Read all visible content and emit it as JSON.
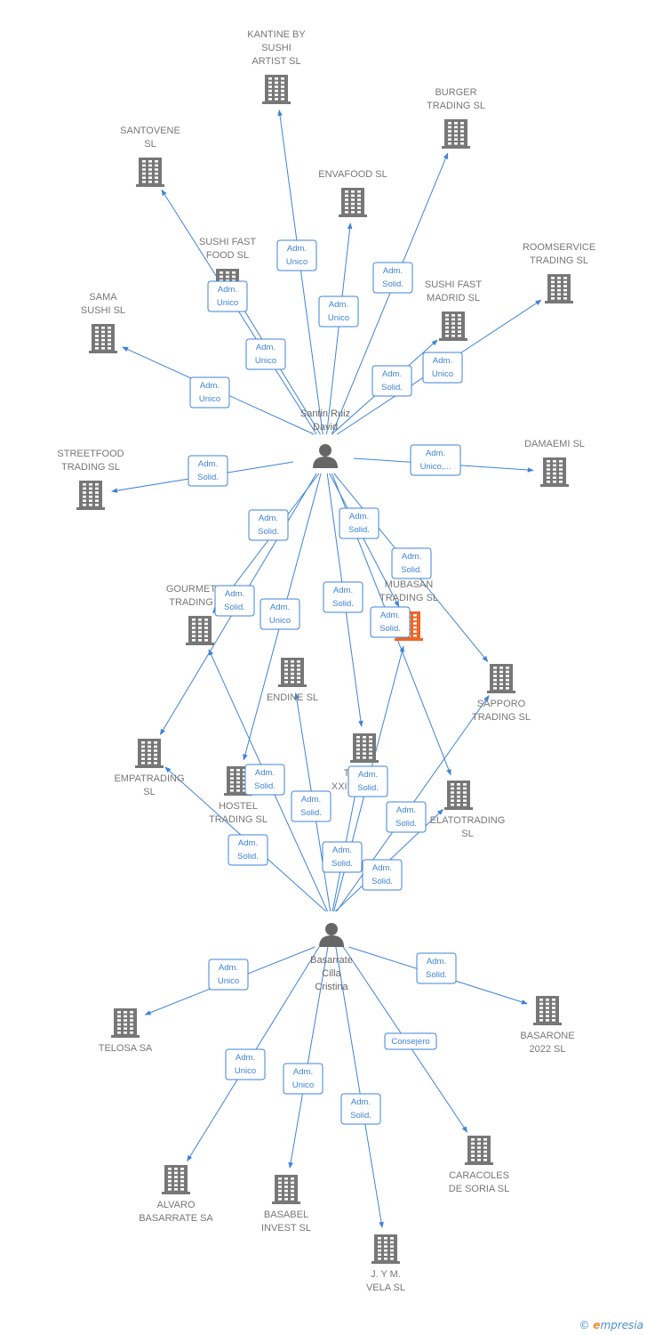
{
  "persons": [
    {
      "id": "santin",
      "lines": [
        "Santin Ruiz",
        "David"
      ]
    },
    {
      "id": "basarrate",
      "lines": [
        "Basarrate",
        "Cilla",
        "Cristina"
      ]
    }
  ],
  "companies": [
    {
      "id": "kantine",
      "lines": [
        "KANTINE BY",
        "SUSHI",
        "ARTIST  SL"
      ]
    },
    {
      "id": "burger",
      "lines": [
        "BURGER",
        "TRADING  SL"
      ]
    },
    {
      "id": "santovene",
      "lines": [
        "SANTOVENE",
        "SL"
      ]
    },
    {
      "id": "envafood",
      "lines": [
        "ENVAFOOD  SL"
      ]
    },
    {
      "id": "sushifastfood",
      "lines": [
        "SUSHI FAST",
        "FOOD  SL"
      ]
    },
    {
      "id": "roomservice",
      "lines": [
        "ROOMSERVICE",
        "TRADING  SL"
      ]
    },
    {
      "id": "sushifastmadrid",
      "lines": [
        "SUSHI FAST",
        "MADRID  SL"
      ]
    },
    {
      "id": "sama",
      "lines": [
        "SAMA",
        "SUSHI  SL"
      ]
    },
    {
      "id": "streetfood",
      "lines": [
        "STREETFOOD",
        "TRADING  SL"
      ]
    },
    {
      "id": "damaemi",
      "lines": [
        "DAMAEMI  SL"
      ]
    },
    {
      "id": "gourmet",
      "lines": [
        "GOURMET",
        "TRADING"
      ]
    },
    {
      "id": "mubasan",
      "lines": [
        "MUBASAN",
        "TRADING  SL"
      ],
      "highlight": true
    },
    {
      "id": "endine",
      "lines": [
        "ENDINE SL"
      ]
    },
    {
      "id": "sapporo",
      "lines": [
        "SAPPORO",
        "TRADING  SL"
      ]
    },
    {
      "id": "empatrading",
      "lines": [
        "EMPATRADING",
        "SL"
      ]
    },
    {
      "id": "hostel",
      "lines": [
        "HOSTEL",
        "TRADING  SL"
      ]
    },
    {
      "id": "txxi",
      "lines": [
        "T",
        "XXI  SL"
      ]
    },
    {
      "id": "elatotrading",
      "lines": [
        "ELATOTRADING",
        "SL"
      ]
    },
    {
      "id": "telosa",
      "lines": [
        "TELOSA SA"
      ]
    },
    {
      "id": "basarone",
      "lines": [
        "BASARONE",
        "2022  SL"
      ]
    },
    {
      "id": "alvaro",
      "lines": [
        "ALVARO",
        "BASARRATE SA"
      ]
    },
    {
      "id": "basabel",
      "lines": [
        "BASABEL",
        "INVEST  SL"
      ]
    },
    {
      "id": "jymvela",
      "lines": [
        "J.  Y M.",
        "VELA  SL"
      ]
    },
    {
      "id": "caracoles",
      "lines": [
        "CARACOLES",
        "DE SORIA SL"
      ]
    }
  ],
  "edges": [
    {
      "from": "santin",
      "to": "kantine",
      "label": [
        "Adm.",
        "Unico"
      ]
    },
    {
      "from": "santin",
      "to": "burger",
      "label": [
        "Adm.",
        "Solid."
      ]
    },
    {
      "from": "santin",
      "to": "santovene",
      "label": [
        "Adm.",
        "Unico"
      ]
    },
    {
      "from": "santin",
      "to": "envafood",
      "label": [
        "Adm.",
        "Unico"
      ]
    },
    {
      "from": "santin",
      "to": "sushifastfood",
      "label": [
        "Adm.",
        "Unico"
      ]
    },
    {
      "from": "santin",
      "to": "roomservice",
      "label": [
        "Adm.",
        "Unico"
      ]
    },
    {
      "from": "santin",
      "to": "sushifastmadrid",
      "label": [
        "Adm.",
        "Solid."
      ]
    },
    {
      "from": "santin",
      "to": "sama",
      "label": [
        "Adm.",
        "Unico"
      ]
    },
    {
      "from": "santin",
      "to": "streetfood",
      "label": [
        "Adm.",
        "Solid."
      ]
    },
    {
      "from": "santin",
      "to": "damaemi",
      "label": [
        "Adm.",
        "Unico,..."
      ]
    },
    {
      "from": "santin",
      "to": "gourmet",
      "label": [
        "Adm.",
        "Solid."
      ]
    },
    {
      "from": "santin",
      "to": "empatrading",
      "label": [
        "Adm.",
        "Solid."
      ]
    },
    {
      "from": "santin",
      "to": "hostel",
      "label": [
        "Adm.",
        "Unico"
      ]
    },
    {
      "from": "santin",
      "to": "txxi",
      "label": [
        "Adm.",
        "Solid."
      ]
    },
    {
      "from": "santin",
      "to": "mubasan",
      "label": [
        "Adm.",
        "Solid."
      ]
    },
    {
      "from": "santin",
      "to": "sapporo",
      "label": [
        "Adm.",
        "Solid."
      ]
    },
    {
      "from": "santin",
      "to": "elatotrading",
      "label": [
        "Adm.",
        "Solid."
      ]
    },
    {
      "from": "basarrate",
      "to": "gourmet",
      "label": [
        "Adm.",
        "Solid."
      ]
    },
    {
      "from": "basarrate",
      "to": "empatrading",
      "label": [
        "Adm.",
        "Solid."
      ]
    },
    {
      "from": "basarrate",
      "to": "endine",
      "label": [
        "Adm.",
        "Solid."
      ]
    },
    {
      "from": "basarrate",
      "to": "txxi",
      "label": [
        "Adm.",
        "Solid."
      ]
    },
    {
      "from": "basarrate",
      "to": "mubasan",
      "label": [
        "Adm.",
        "Solid."
      ]
    },
    {
      "from": "basarrate",
      "to": "sapporo",
      "label": [
        "Adm.",
        "Solid."
      ]
    },
    {
      "from": "basarrate",
      "to": "elatotrading",
      "label": [
        "Adm.",
        "Solid."
      ]
    },
    {
      "from": "basarrate",
      "to": "telosa",
      "label": [
        "Adm.",
        "Unico"
      ]
    },
    {
      "from": "basarrate",
      "to": "basarone",
      "label": [
        "Adm.",
        "Solid."
      ]
    },
    {
      "from": "basarrate",
      "to": "alvaro",
      "label": [
        "Adm.",
        "Unico"
      ]
    },
    {
      "from": "basarrate",
      "to": "basabel",
      "label": [
        "Adm.",
        "Unico"
      ]
    },
    {
      "from": "basarrate",
      "to": "jymvela",
      "label": [
        "Adm.",
        "Solid."
      ]
    },
    {
      "from": "basarrate",
      "to": "caracoles",
      "label": [
        "Consejero"
      ]
    }
  ],
  "colors": {
    "edge": "#3f83d8",
    "building": "#777777",
    "highlight": "#f26522",
    "person": "#666666"
  },
  "watermark": {
    "copyright": "©",
    "brand_initial": "e",
    "brand_rest": "mpresia"
  }
}
